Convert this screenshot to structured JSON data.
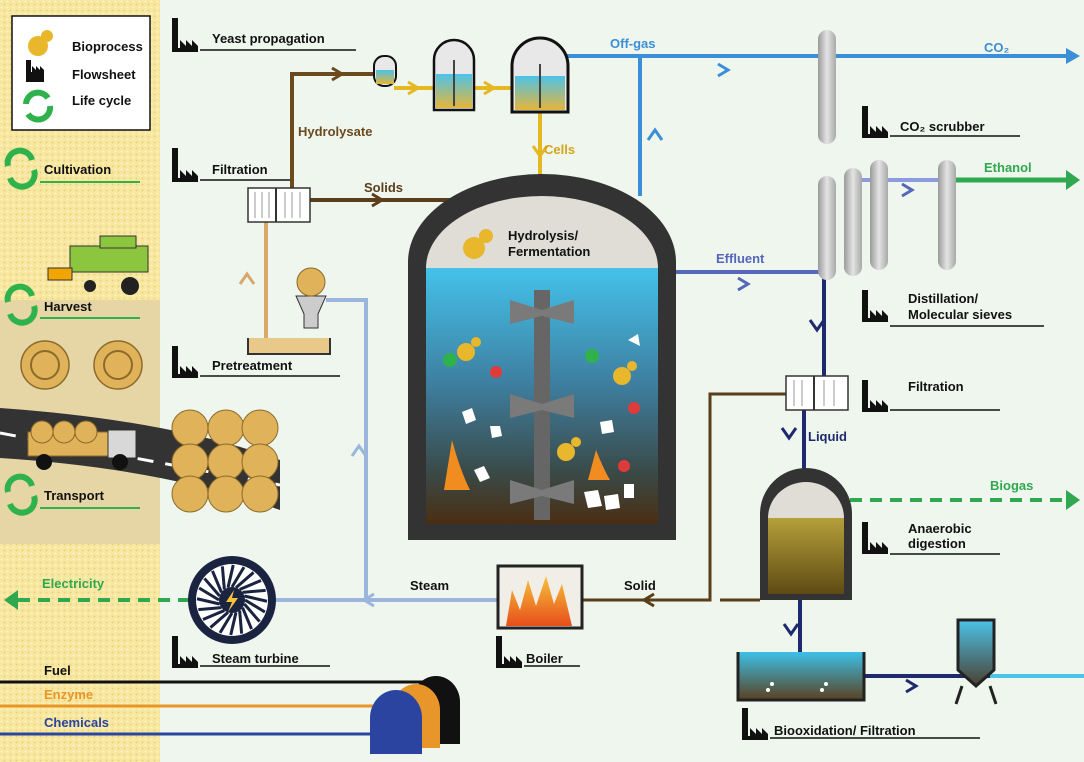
{
  "legend": {
    "bioprocess": "Bioprocess",
    "flowsheet": "Flowsheet",
    "life_cycle": "Life cycle"
  },
  "life_cycle": {
    "cultivation": "Cultivation",
    "harvest": "Harvest",
    "transport": "Transport"
  },
  "units": {
    "yeast_propagation": "Yeast propagation",
    "filtration_left": "Filtration",
    "pretreatment": "Pretreatment",
    "reactor_line1": "Hydrolysis/",
    "reactor_line2": "Fermentation",
    "co2_scrubber": "CO₂ scrubber",
    "distillation_line1": "Distillation/",
    "distillation_line2": "Molecular sieves",
    "filtration_right": "Filtration",
    "anaerobic_line1": "Anaerobic",
    "anaerobic_line2": "digestion",
    "steam_turbine": "Steam turbine",
    "boiler": "Boiler",
    "biooxidation": "Biooxidation/ Filtration"
  },
  "streams": {
    "off_gas": "Off-gas",
    "hydrolysate": "Hydrolysate",
    "solids": "Solids",
    "cells": "Cells",
    "effluent": "Effluent",
    "liquid": "Liquid",
    "steam": "Steam",
    "solid": "Solid"
  },
  "products": {
    "co2": "CO₂",
    "ethanol": "Ethanol",
    "biogas": "Biogas",
    "electricity": "Electricity"
  },
  "inputs": {
    "fuel": "Fuel",
    "enzyme": "Enzyme",
    "chemicals": "Chemicals"
  },
  "colors": {
    "co2_stream": "#3a8fd6",
    "ethanol_stream": "#2fa84f",
    "biogas_stream": "#2fa84f",
    "electricity_stream": "#2fa84f",
    "hydrolysate_stream": "#6b4a1e",
    "cells_stream": "#e5b822",
    "effluent_stream": "#5566bb",
    "liquid_stream": "#1f2a6e",
    "steam_stream": "#9ab6dc",
    "fuel_line": "#111111",
    "enzyme_line": "#e8962a",
    "chemicals_line": "#2a44a0"
  }
}
